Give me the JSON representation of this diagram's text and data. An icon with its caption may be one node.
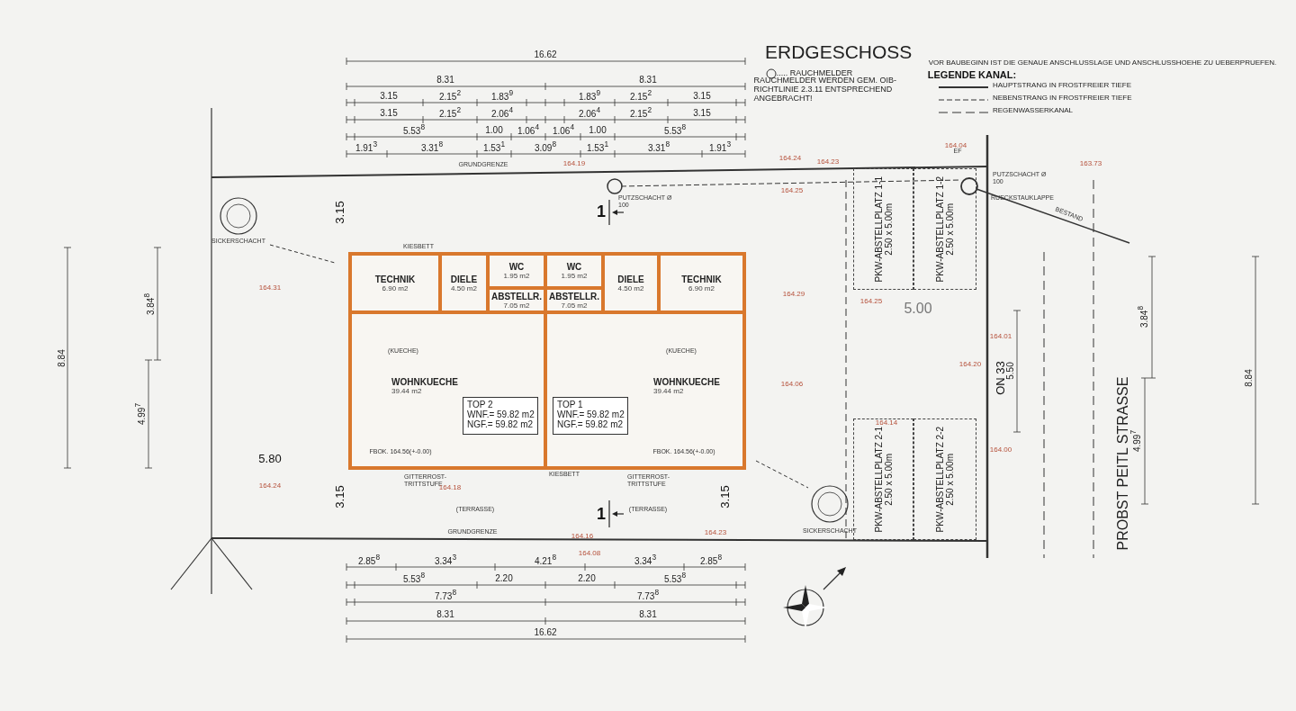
{
  "diagram": {
    "title": "ERDGESCHOSS",
    "nodes": [
      {
        "text": [
          "TECHNIK",
          "6.90 m2"
        ]
      },
      {
        "text": [
          "DIELE",
          "4.50 m2"
        ]
      },
      {
        "text": [
          "WC",
          "1.95 m2"
        ]
      },
      {
        "text": [
          "ABSTELLR.",
          "7.05 m2"
        ]
      },
      {
        "text": [
          "WOHNKUECHE",
          "39.44 m2"
        ]
      },
      {
        "text": [
          "TOP 2",
          "WNF.= 59.82 m2",
          "NGF.= 59.82 m2"
        ],
        "in": 4
      },
      {
        "text": [
          "WC",
          "1.95 m2"
        ]
      },
      {
        "text": [
          "ABSTELLR.",
          "7.05 m2"
        ]
      },
      {
        "text": [
          "DIELE",
          "4.50 m2"
        ]
      },
      {
        "text": [
          "TECHNIK",
          "6.90 m2"
        ]
      },
      {
        "text": [
          "WOHNKUECHE",
          "39.44 m2"
        ]
      },
      {
        "text": [
          "TOP 1",
          "WNF.= 59.82 m2",
          "NGF.= 59.82 m2"
        ],
        "in": 10
      },
      {
        "text": [
          "PKW-ABSTELLPLATZ 1-1",
          "2.50 x 5.00m"
        ]
      },
      {
        "text": [
          "PKW-ABSTELLPLATZ 1-2",
          "2.50 x 5.00m"
        ]
      },
      {
        "text": [
          "PKW-ABSTELLPLATZ 2-1",
          "2.50 x 5.00m"
        ]
      },
      {
        "text": [
          "PKW-ABSTELLPLATZ 2-2",
          "2.50 x 5.00m"
        ]
      }
    ],
    "labels": [
      "..... RAUCHMELDER",
      "RAUCHMELDER WERDEN GEM. OIB-RICHTLINIE 2.3.11 ENTSPRECHEND ANGEBRACHT!",
      "VOR BAUBEGINN IST DIE GENAUE ANSCHLUSSLAGE UND ANSCHLUSSHOEHE ZU UEBERPRUEFEN.",
      "LEGENDE KANAL:",
      "16.62",
      "8.31",
      "8.31",
      "3.15",
      "2.15$^{2}$",
      "1.83$^{9}$",
      "1.83$^{9}$",
      "2.15$^{2}$",
      "3.15",
      "3.15",
      "2.15$^{2}$",
      "2.06$^{4}$",
      "2.06$^{4}$",
      "2.15$^{2}$",
      "3.15",
      "5.53$^{8}$",
      "1.00",
      "1.06$^{4}$",
      "1.06$^{4}$",
      "1.00",
      "5.53$^{8}$",
      "1.91$^{3}$",
      "3.31$^{8}$",
      "1.53$^{1}$",
      "3.09$^{8}$",
      "1.53$^{1}$",
      "3.31$^{8}$",
      "1.91$^{3}$",
      "GRUNDGRENZE",
      "SICKERSCHACHT",
      "PUTZSCHACHT Ø 100",
      "PUTZSCHACHT Ø 100",
      "RUECKSTAUKLAPPE",
      "BESTAND",
      "EF",
      "3.15",
      "KIESBETT",
      "(KUECHE)",
      "(KUECHE)",
      "FBOK. 164.56(+-0.00)",
      "FBOK. 164.56(+-0.00)",
      "KIESBETT",
      "GITTERROST-TRITTSTUFE",
      "GITTERROST-TRITTSTUFE",
      "5.80",
      "3.15",
      "3.15",
      "(TERRASSE)",
      "(TERRASSE)",
      "1",
      "1",
      "GRUNDGRENZE",
      "SICKERSCHACHT",
      "2.85$^{8}$",
      "3.34$^{3}$",
      "4.21$^{8}$",
      "3.34$^{3}$",
      "2.85$^{8}$",
      "5.53$^{8}$",
      "2.20",
      "2.20",
      "5.53$^{8}$",
      "7.73$^{8}$",
      "7.73$^{8}$",
      "8.31",
      "8.31",
      "16.62",
      "5.00",
      "ON 33",
      "PROBST PEITL STRASSE",
      "5.50",
      "8.84",
      "3.84$^{8}$",
      "4.99$^{7}$",
      "3.84$^{8}$",
      "4.99$^{7}$",
      "8.84",
      "164.31",
      "164.24",
      "164.19",
      "164.25",
      "164.24",
      "164.23",
      "164.04",
      "163.73",
      "164.29",
      "164.25",
      "164.06",
      "164.14",
      "164.20",
      "164.01",
      "164.00",
      "164.16",
      "164.08",
      "164.23",
      "164.18"
    ],
    "legend": [
      {
        "text": "HAUPTSTRANG IN FROSTFREIER TIEFE"
      },
      {
        "text": "NEBENSTRANG IN FROSTFREIER TIEFE"
      },
      {
        "text": "REGENWASSERKANAL"
      }
    ]
  }
}
